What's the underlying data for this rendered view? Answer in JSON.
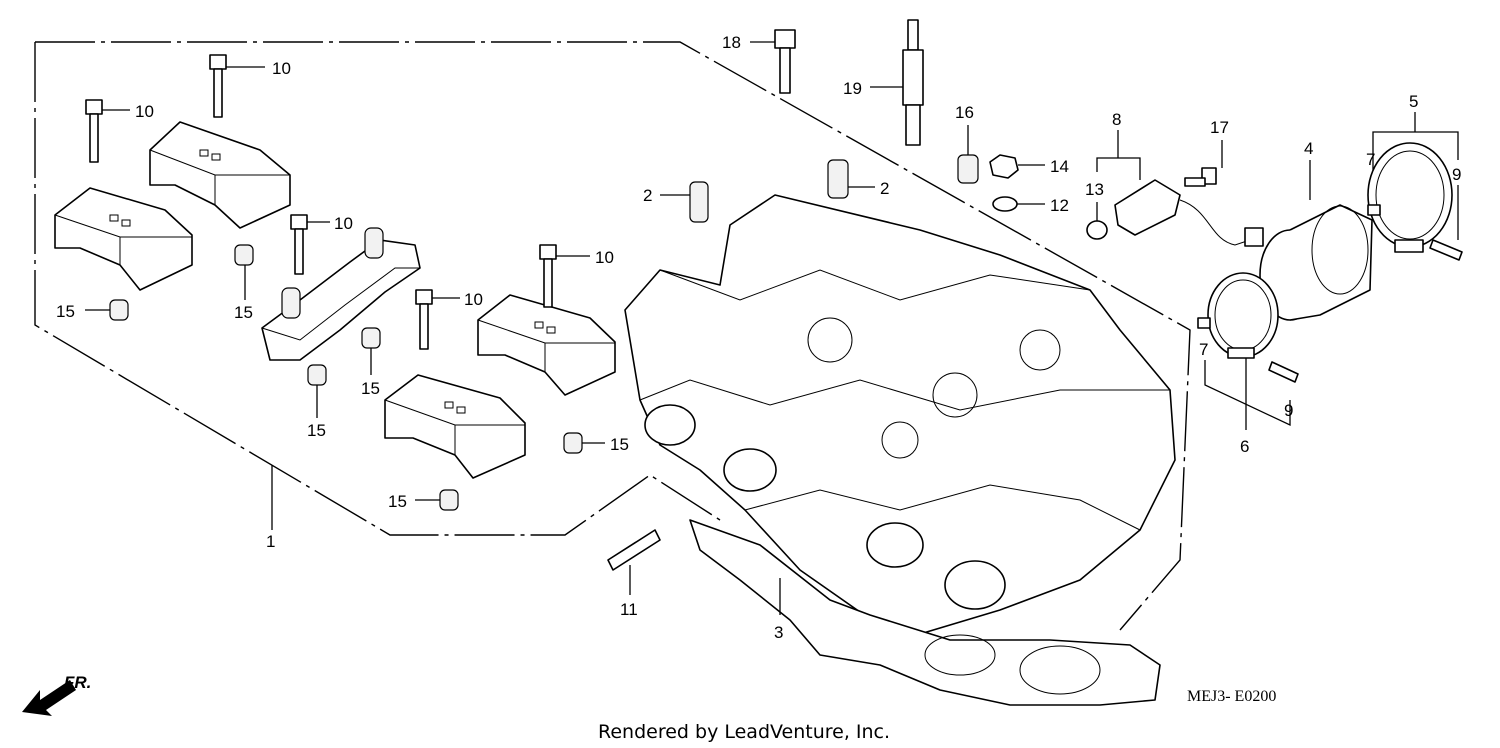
{
  "diagram_code": "MEJ3- E0200",
  "footer_text": "Rendered by LeadVenture, Inc.",
  "front_indicator": "FR.",
  "callouts": [
    {
      "id": "c1",
      "label": "1"
    },
    {
      "id": "c2a",
      "label": "2"
    },
    {
      "id": "c2b",
      "label": "2"
    },
    {
      "id": "c3",
      "label": "3"
    },
    {
      "id": "c4",
      "label": "4"
    },
    {
      "id": "c5",
      "label": "5"
    },
    {
      "id": "c6",
      "label": "6"
    },
    {
      "id": "c7a",
      "label": "7"
    },
    {
      "id": "c7b",
      "label": "7"
    },
    {
      "id": "c8",
      "label": "8"
    },
    {
      "id": "c9a",
      "label": "9"
    },
    {
      "id": "c9b",
      "label": "9"
    },
    {
      "id": "c10a",
      "label": "10"
    },
    {
      "id": "c10b",
      "label": "10"
    },
    {
      "id": "c10c",
      "label": "10"
    },
    {
      "id": "c10d",
      "label": "10"
    },
    {
      "id": "c10e",
      "label": "10"
    },
    {
      "id": "c11",
      "label": "11"
    },
    {
      "id": "c12",
      "label": "12"
    },
    {
      "id": "c13",
      "label": "13"
    },
    {
      "id": "c14",
      "label": "14"
    },
    {
      "id": "c15a",
      "label": "15"
    },
    {
      "id": "c15b",
      "label": "15"
    },
    {
      "id": "c15c",
      "label": "15"
    },
    {
      "id": "c15d",
      "label": "15"
    },
    {
      "id": "c15e",
      "label": "15"
    },
    {
      "id": "c15f",
      "label": "15"
    },
    {
      "id": "c16",
      "label": "16"
    },
    {
      "id": "c17",
      "label": "17"
    },
    {
      "id": "c18",
      "label": "18"
    },
    {
      "id": "c19",
      "label": "19"
    }
  ]
}
